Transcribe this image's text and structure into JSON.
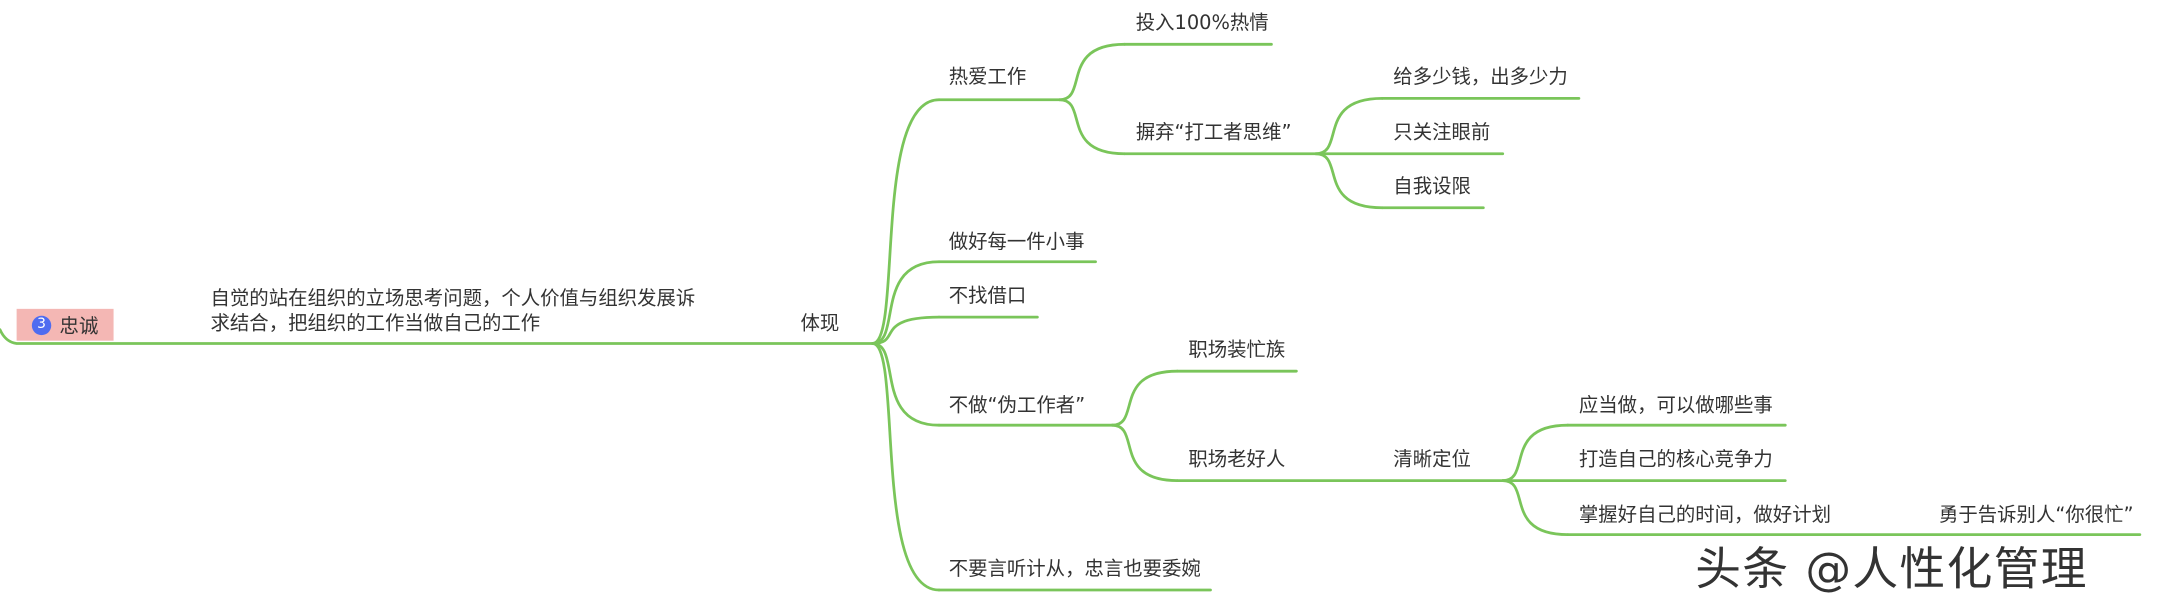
{
  "colors": {
    "branch": "#7ac55a",
    "root_bg": "#f4b7b4",
    "badge_bg": "#4f6cf0",
    "text": "#333333"
  },
  "root": {
    "number": "3",
    "label": "忠诚"
  },
  "description": "自觉的站在组织的立场思考问题，个人价值与组织发展诉求结合，把组织的工作当做自己的工作",
  "hub": "体现",
  "branches": {
    "love_work": "热爱工作",
    "passion": "投入100%热情",
    "abandon": "摒弃“打工者思维”",
    "pay": "给多少钱，出多少力",
    "short_sight": "只关注眼前",
    "self_limit": "自我设限",
    "small_things": "做好每一件小事",
    "no_excuse": "不找借口",
    "pseudo": "不做“伪工作者”",
    "fake_busy": "职场装忙族",
    "nice_guy": "职场老好人",
    "clear_pos": "清晰定位",
    "what_to_do": "应当做，可以做哪些事",
    "core_comp": "打造自己的核心竞争力",
    "time_plan": "掌握好自己的时间，做好计划",
    "tell_busy": "勇于告诉别人“你很忙”",
    "tactful": "不要言听计从，忠言也要委婉"
  },
  "watermark": "头条 @人性化管理"
}
